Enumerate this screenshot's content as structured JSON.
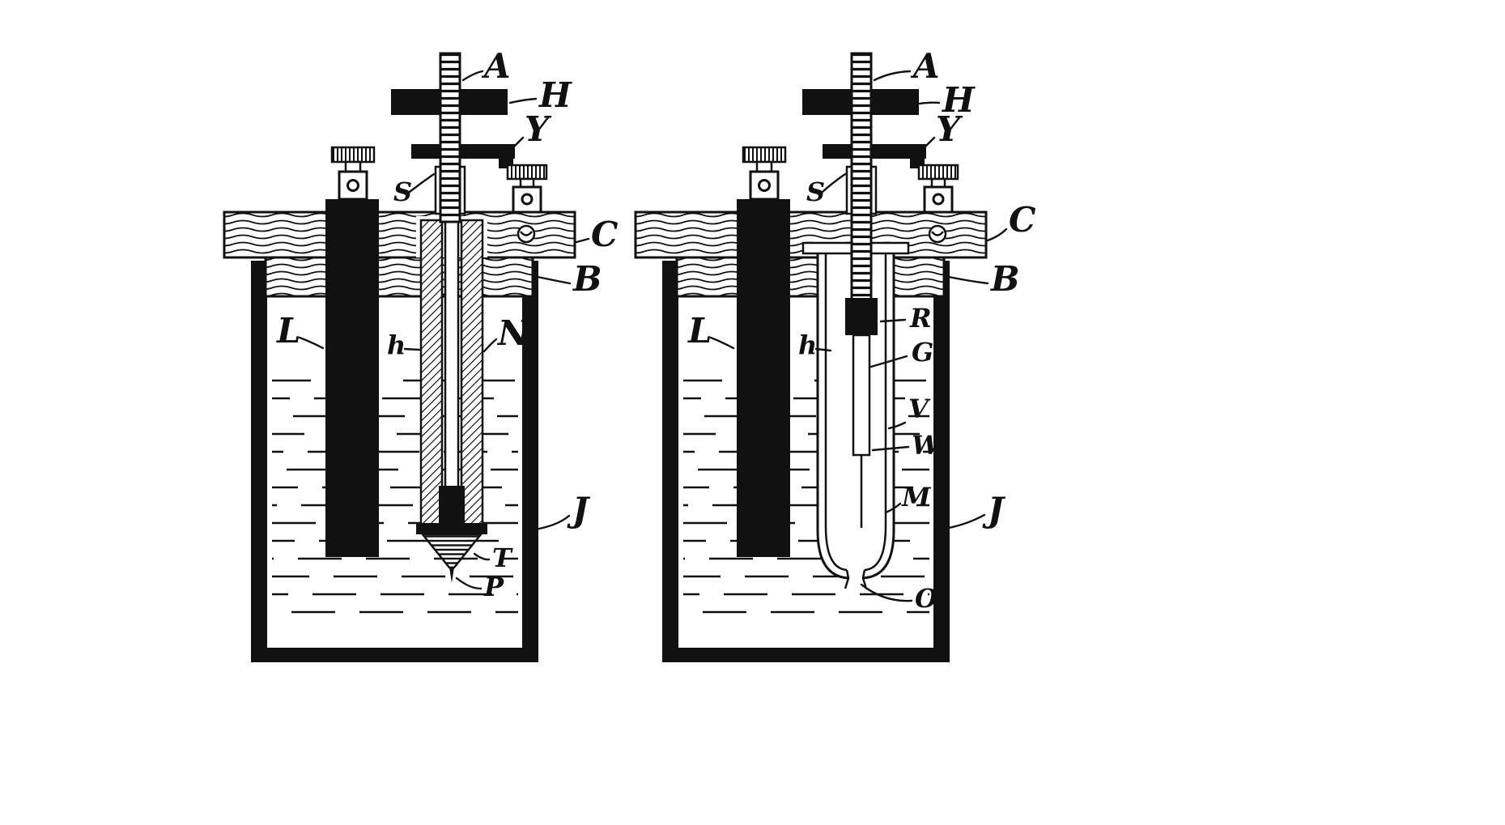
{
  "figure": {
    "ink_color": "#111111",
    "paper_color": "#ffffff",
    "left": {
      "labels": {
        "A": "A",
        "H": "H",
        "Y": "Y",
        "S": "S",
        "C": "C",
        "B": "B",
        "L": "L",
        "h": "h",
        "N": "N",
        "J": "J",
        "T": "T",
        "P": "P"
      }
    },
    "right": {
      "labels": {
        "A": "A",
        "H": "H",
        "Y": "Y",
        "S": "S",
        "C": "C",
        "B": "B",
        "L": "L",
        "h": "h",
        "R": "R",
        "G": "G",
        "V": "V",
        "W": "W",
        "M": "M",
        "J": "J",
        "O": "O"
      }
    }
  }
}
